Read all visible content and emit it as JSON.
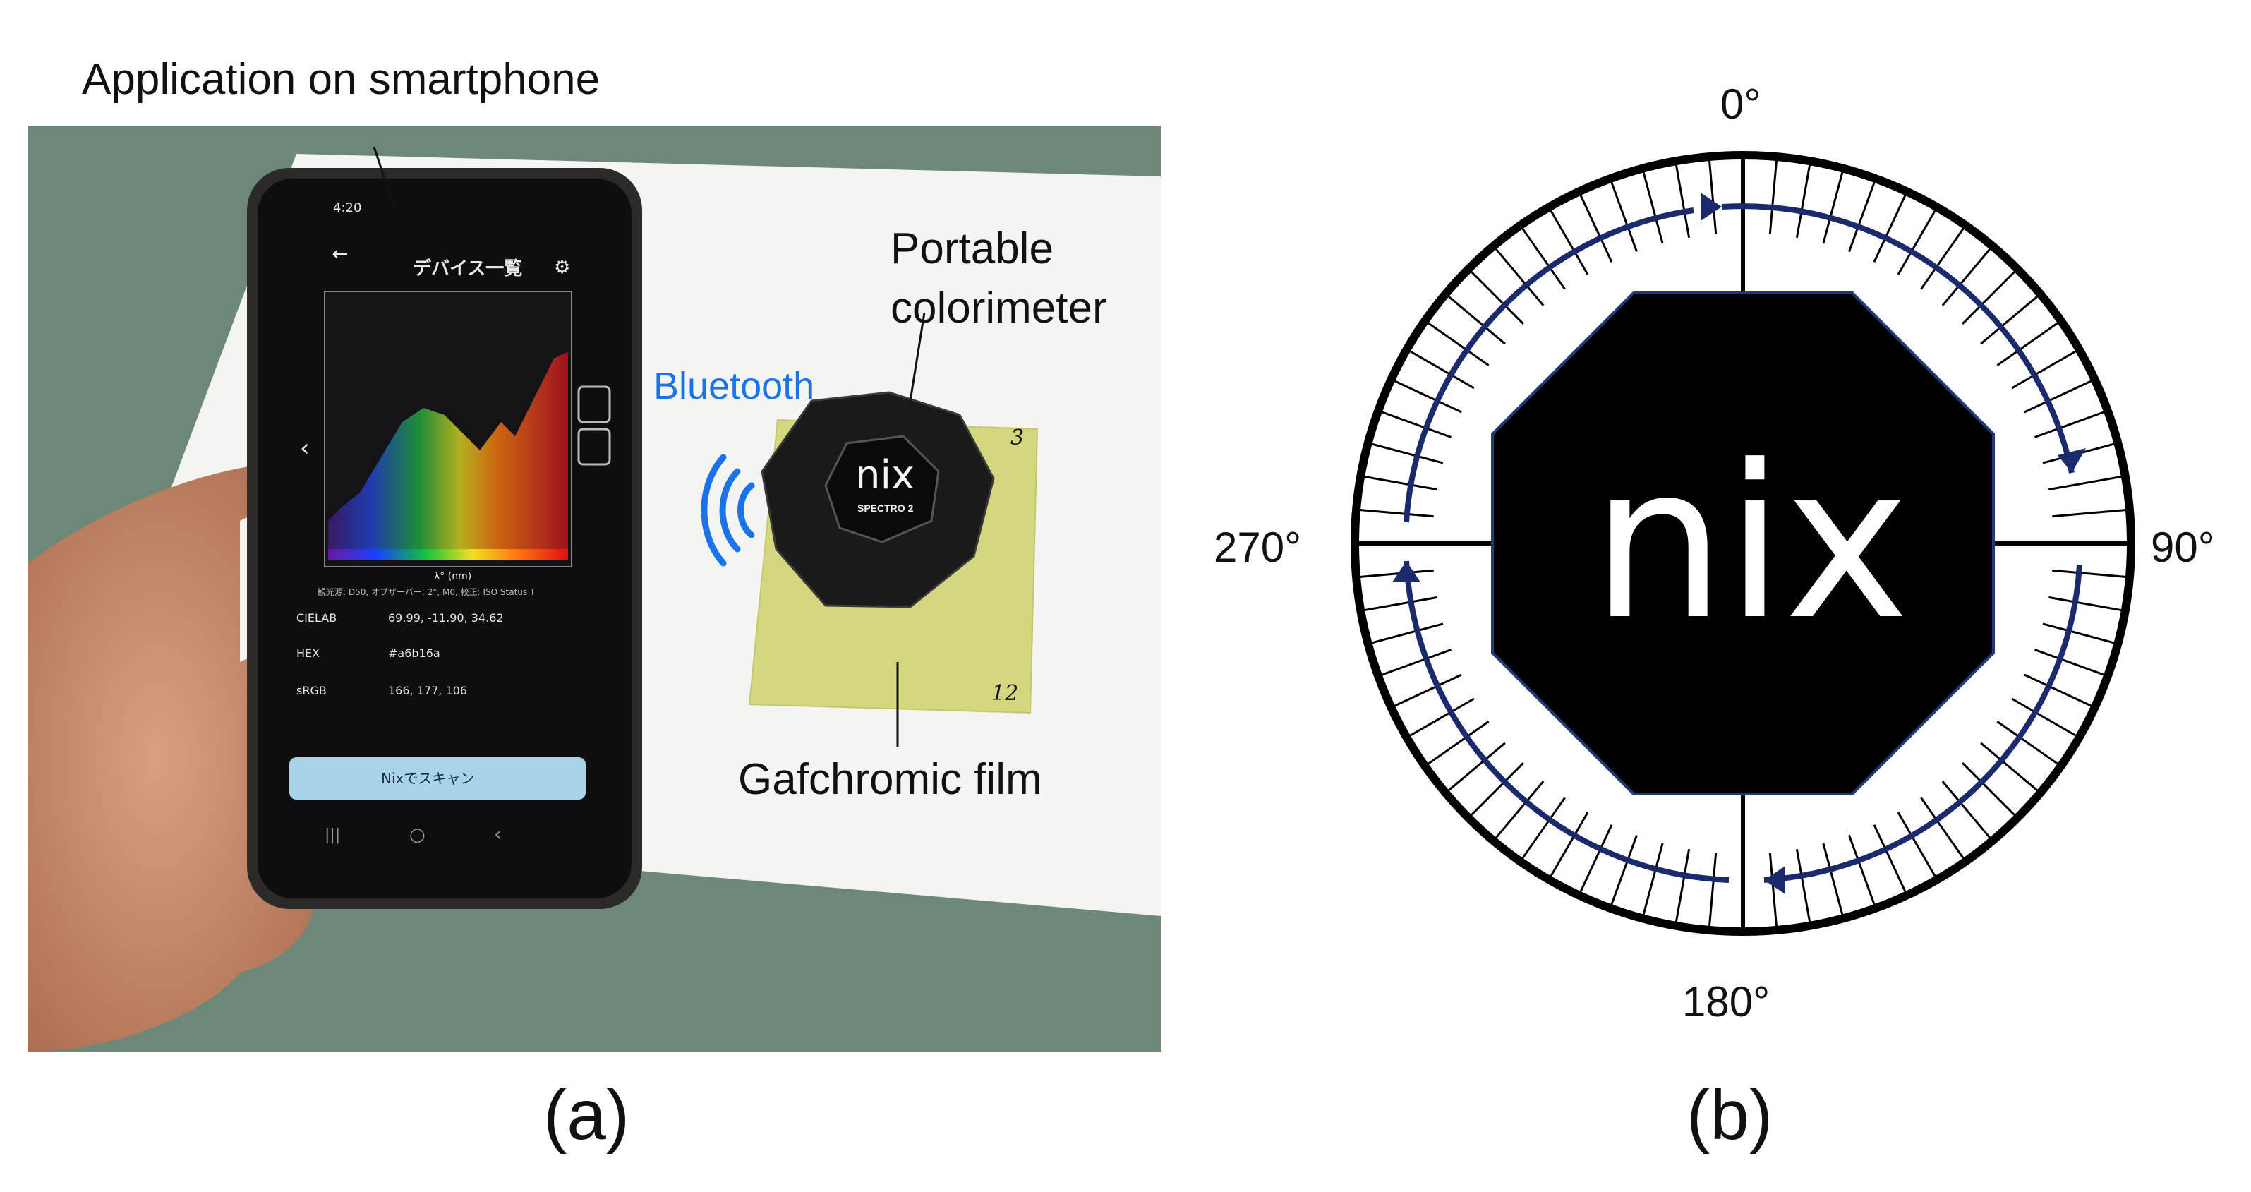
{
  "panel_a": {
    "annotation_app": "Application on smartphone",
    "annotation_device": [
      "Portable",
      "colorimeter"
    ],
    "annotation_bluetooth": "Bluetooth",
    "annotation_film": "Gafchromic film",
    "caption": "(a)",
    "phone": {
      "status_time": "4:20",
      "title": "デバイス一覧",
      "x_axis_label": "λ° (nm)",
      "meta_line": "観光源: D50, オブザーバー: 2°, M0, 較正: ISO Status T",
      "rows": [
        {
          "key": "CIELAB",
          "value": "69.99, -11.90, 34.62"
        },
        {
          "key": "HEX",
          "value": "#a6b16a"
        },
        {
          "key": "sRGB",
          "value": "166, 177, 106"
        }
      ],
      "scan_button": "Nixでスキャン"
    },
    "device": {
      "brand": "nix",
      "model": "SPECTRO 2"
    },
    "film_marks": [
      "3",
      "12"
    ]
  },
  "panel_b": {
    "angle_top": "0°",
    "angle_right": "90°",
    "angle_bottom": "180°",
    "angle_left": "270°",
    "logo": "nix",
    "caption": "(b)"
  },
  "colors": {
    "bluetooth": "#1a73e8",
    "arrow": "#1a2a6c",
    "film": "#d4d77e",
    "phone_accent": "#a8d4ea"
  }
}
